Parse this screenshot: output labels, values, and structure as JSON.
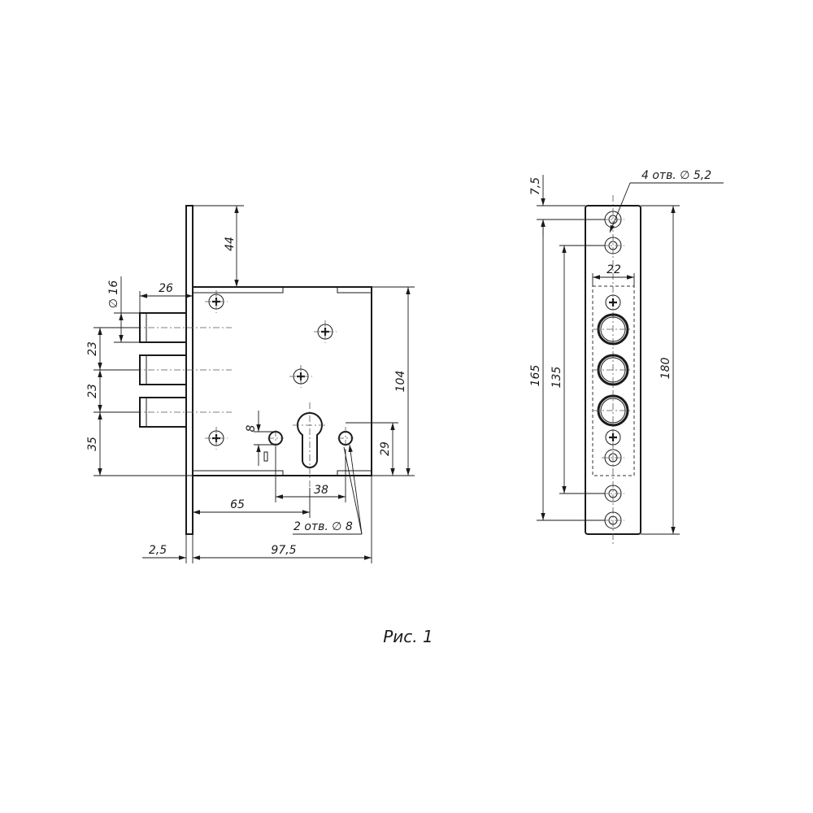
{
  "lock_body": {
    "dims": {
      "d16": "∅ 16",
      "d26": "26",
      "d44": "44",
      "d23a": "23",
      "d23b": "23",
      "d35": "35",
      "d104": "104",
      "d8": "8",
      "d29": "29",
      "d38": "38",
      "d65": "65",
      "d2_5": "2,5",
      "d97_5": "97,5"
    },
    "note_holes": "2 отв. ∅ 8"
  },
  "strike_plate": {
    "dims": {
      "d7_5": "7,5",
      "d22": "22",
      "d165": "165",
      "d135": "135",
      "d180": "180"
    },
    "note_holes": "4 отв. ∅ 5,2"
  },
  "caption": "Рис. 1"
}
